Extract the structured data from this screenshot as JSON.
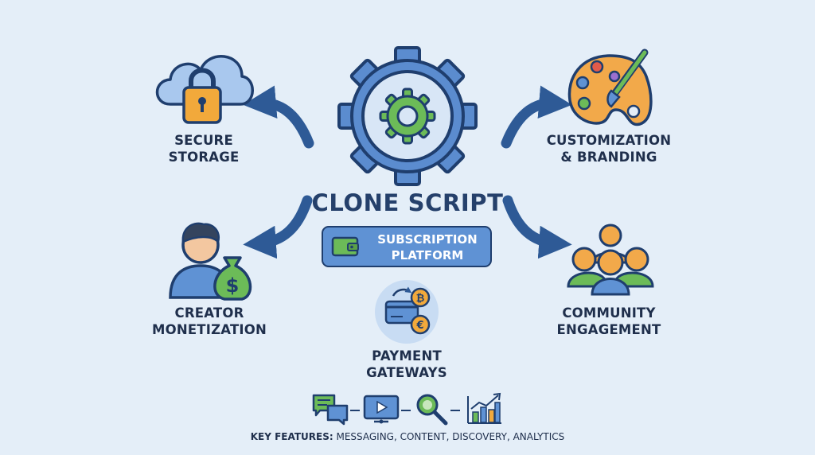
{
  "center": {
    "title": "CLONE SCRIPT",
    "subtitle_line1": "SUBSCRIPTION",
    "subtitle_line2": "PLATFORM"
  },
  "nodes": {
    "secure_storage": {
      "line1": "SECURE",
      "line2": "STORAGE",
      "icon": "cloud-lock-icon"
    },
    "customization": {
      "line1": "CUSTOMIZATION",
      "line2": "& BRANDING",
      "icon": "palette-icon"
    },
    "creator_monetization": {
      "line1": "CREATOR",
      "line2": "MONETIZATION",
      "icon": "creator-money-bag-icon"
    },
    "community": {
      "line1": "COMMUNITY",
      "line2": "ENGAGEMENT",
      "icon": "people-group-icon"
    },
    "payment": {
      "line1": "PAYMENT",
      "line2": "GATEWAYS",
      "icon": "card-crypto-icon"
    }
  },
  "footer": {
    "prefix": "KEY FEATURES:",
    "items": "MESSAGING, CONTENT, DISCOVERY, ANALYTICS",
    "icons": [
      "chat-icon",
      "video-icon",
      "search-icon",
      "analytics-icon"
    ]
  },
  "colors": {
    "background": "#e4eef8",
    "gear_blue": "#4f7fc2",
    "gear_green": "#5fae4f",
    "outline": "#1f3e6e",
    "badge": "#5f92d4"
  }
}
